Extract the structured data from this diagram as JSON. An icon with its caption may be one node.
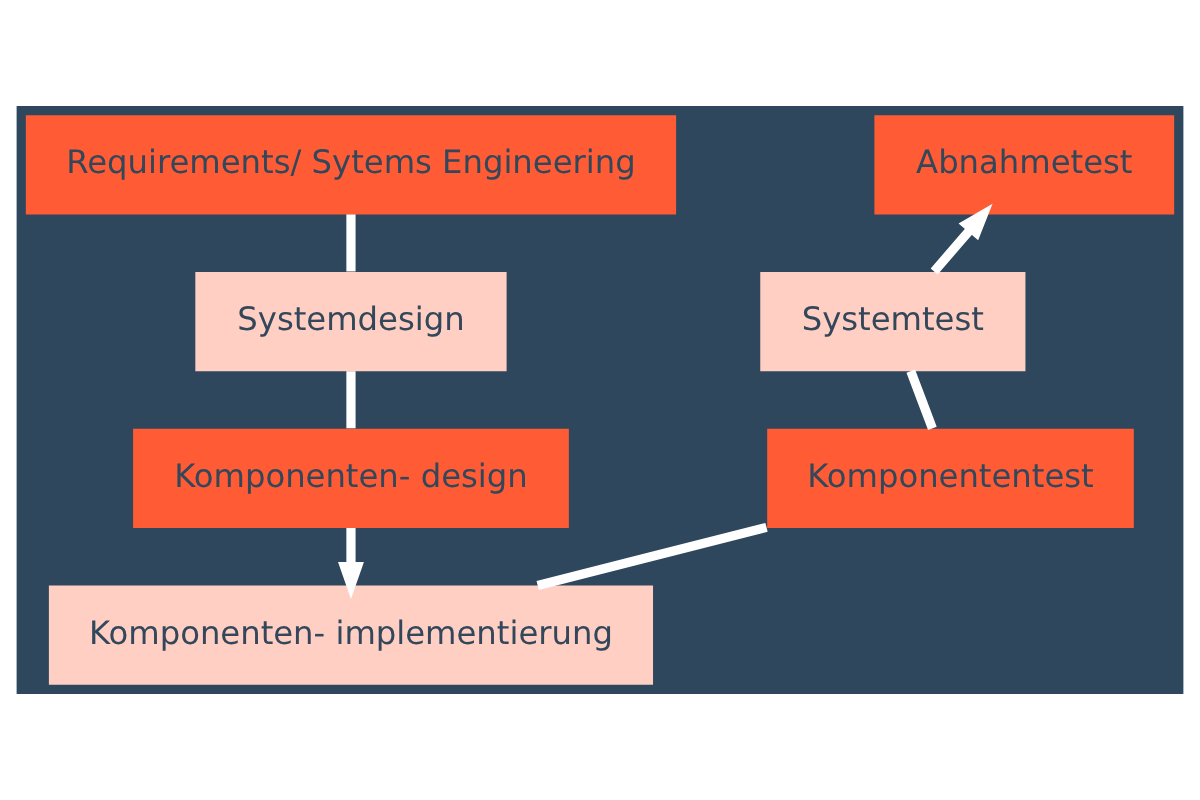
{
  "diagram": {
    "nodes": [
      {
        "text": [
          "Requirements/ Sytems Engineering"
        ]
      },
      {
        "text": [
          "Systemdesign"
        ]
      },
      {
        "text": [
          "Komponenten- design"
        ]
      },
      {
        "text": [
          "Komponenten- implementierung"
        ]
      },
      {
        "text": [
          "Komponententest"
        ]
      },
      {
        "text": [
          "Systemtest"
        ]
      },
      {
        "text": [
          "Abnahmetest"
        ]
      }
    ],
    "edges": [
      {
        "from": 0,
        "to": 1,
        "arrow": "none"
      },
      {
        "from": 1,
        "to": 2,
        "arrow": "none"
      },
      {
        "from": 2,
        "to": 3,
        "arrow": "to"
      },
      {
        "from": 3,
        "to": 4,
        "arrow": "none"
      },
      {
        "from": 4,
        "to": 5,
        "arrow": "none"
      },
      {
        "from": 5,
        "to": 6,
        "arrow": "to"
      }
    ]
  }
}
